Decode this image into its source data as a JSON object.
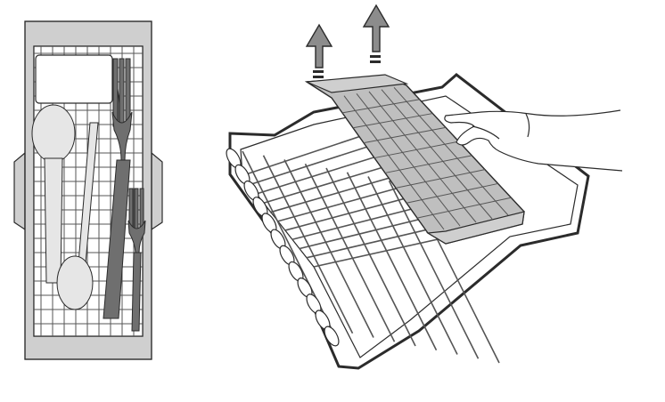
{
  "figure": {
    "left_panel": {
      "subject": "cutlery-rack-top-view",
      "icons": [
        "spoon-icon",
        "teaspoon-icon",
        "fork-icon",
        "small-fork-icon"
      ]
    },
    "right_panel": {
      "subject": "cutlery-tray-removal",
      "icons": [
        "up-arrow-icon",
        "up-arrow-icon",
        "hand-icon",
        "wire-basket-icon"
      ],
      "arrow_count": 2
    },
    "colors": {
      "frame_fill": "#cfcfcf",
      "line": "#2b2b2b",
      "grid_line": "#555555",
      "utensil_light": "#e6e6e6",
      "utensil_dark": "#6f6f6f",
      "arrow_fill": "#8c8c8c",
      "tray_fill": "#bfbfbf"
    }
  }
}
